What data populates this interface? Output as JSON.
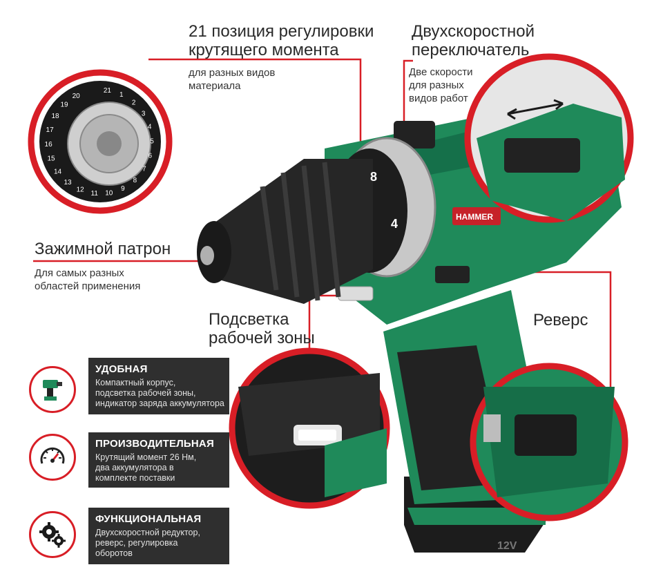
{
  "colors": {
    "accent_red": "#d81e26",
    "body_green": "#1f8a5a",
    "panel_dark": "#2f2f2f"
  },
  "callouts": {
    "torque": {
      "title_line1": "21 позиция регулировки",
      "title_line2": "крутящего момента",
      "sub_line1": "для разных видов",
      "sub_line2": "материала"
    },
    "speed": {
      "title_line1": "Двухскоростной",
      "title_line2": "переключатель",
      "sub_line1": "Две скорости",
      "sub_line2": "для разных",
      "sub_line3": "видов работ"
    },
    "chuck": {
      "title": "Зажимной патрон",
      "sub_line1": "Для самых разных",
      "sub_line2": "областей применения"
    },
    "light": {
      "title_line1": "Подсветка",
      "title_line2": "рабочей зоны"
    },
    "reverse": {
      "title": "Реверс"
    }
  },
  "dial_numbers": [
    "21",
    "1",
    "2",
    "3",
    "4",
    "5",
    "6",
    "7",
    "8",
    "9",
    "10",
    "11",
    "12",
    "13",
    "14",
    "15",
    "16",
    "17",
    "18",
    "19",
    "20"
  ],
  "chuck_marks": {
    "eight": "8",
    "four": "4"
  },
  "brand_text": "HAMMER",
  "battery_text": "12V",
  "features": [
    {
      "icon": "drill-icon",
      "title": "УДОБНАЯ",
      "line1": "Компактный корпус,",
      "line2": "подсветка рабочей зоны,",
      "line3": "индикатор заряда аккумулятора"
    },
    {
      "icon": "gauge-icon",
      "title": "ПРОИЗВОДИТЕЛЬНАЯ",
      "line1": "Крутящий момент 26 Нм,",
      "line2": "два аккумулятора в",
      "line3": "комплекте поставки"
    },
    {
      "icon": "gears-icon",
      "title": "ФУНКЦИОНАЛЬНАЯ",
      "line1": "Двухскоростной редуктор,",
      "line2": "реверс, регулировка",
      "line3": "оборотов"
    }
  ]
}
